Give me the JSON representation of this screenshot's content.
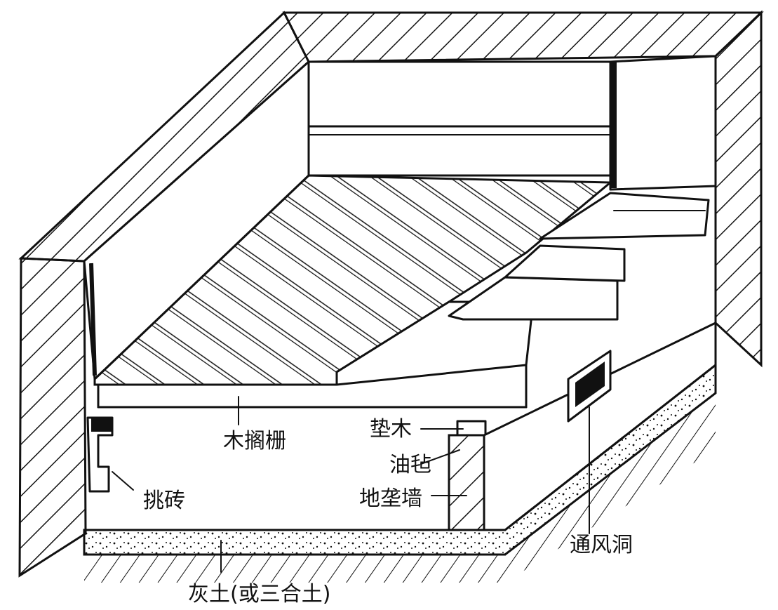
{
  "labels": {
    "joist": "木搁栅",
    "pad_wood": "垫木",
    "felt": "油毡",
    "sleeper_wall": "地垄墙",
    "corbel_brick": "挑砖",
    "vent": "通风洞",
    "lime_soil": "灰土(或三合土)"
  }
}
